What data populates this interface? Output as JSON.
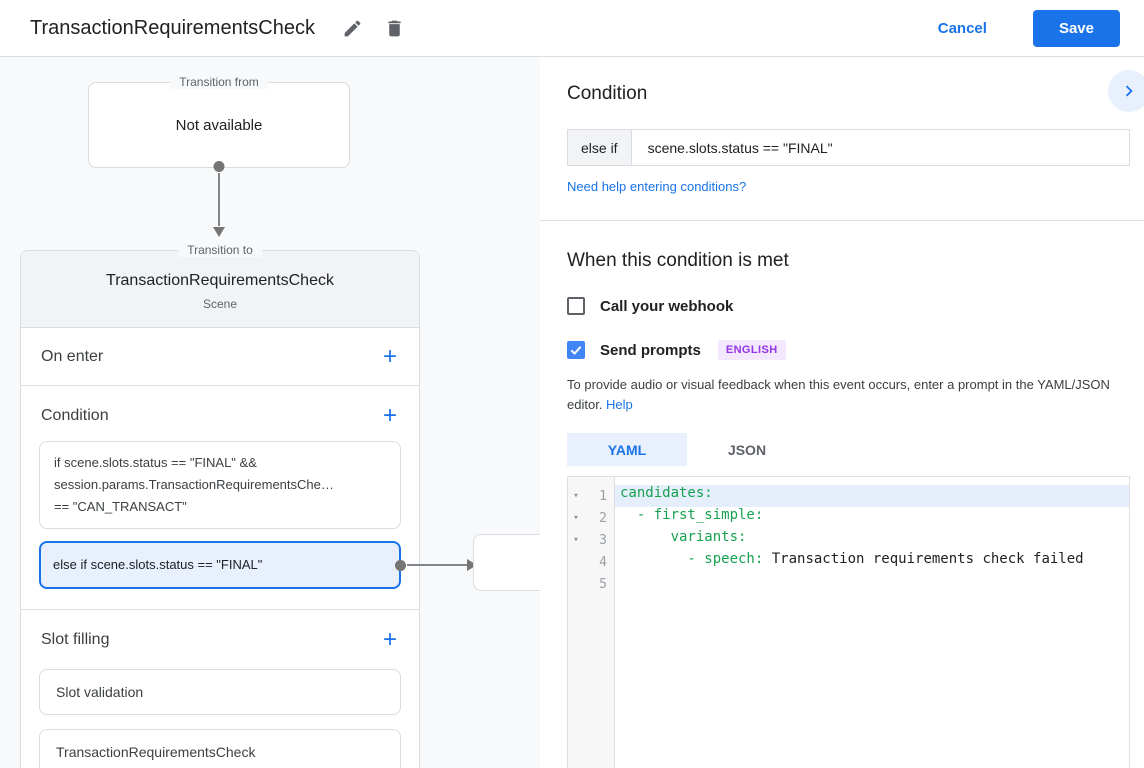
{
  "colors": {
    "accent": "#1a73e8",
    "check_blue": "#4285f4",
    "selected_bg": "#e8f0fe",
    "badge_bg": "#f3e8fd",
    "badge_text": "#9334e6",
    "code_key": "#17a14e"
  },
  "header": {
    "title": "TransactionRequirementsCheck",
    "edit_icon": "pencil-icon",
    "delete_icon": "trash-icon",
    "cancel_label": "Cancel",
    "save_label": "Save"
  },
  "canvas": {
    "transition_from": {
      "legend": "Transition from",
      "content": "Not available"
    },
    "card": {
      "legend": "Transition to",
      "title": "TransactionRequirementsCheck",
      "subtitle": "Scene",
      "on_enter": {
        "label": "On enter",
        "add": "+"
      },
      "condition": {
        "label": "Condition",
        "add": "+",
        "boxes": [
          {
            "selected": false,
            "lines": [
              "if scene.slots.status == \"FINAL\" &&",
              "session.params.TransactionRequirementsChe…",
              "== \"CAN_TRANSACT\""
            ]
          },
          {
            "selected": true,
            "lines": [
              "else if scene.slots.status == \"FINAL\""
            ]
          }
        ]
      },
      "slot_filling": {
        "label": "Slot filling",
        "add": "+",
        "items": [
          "Slot validation",
          "TransactionRequirementsCheck"
        ]
      }
    }
  },
  "panel": {
    "heading": "Condition",
    "collapse_icon": "chevron-right-icon",
    "condition": {
      "prefix": "else if",
      "value": "scene.slots.status == \"FINAL\""
    },
    "help_link": "Need help entering conditions?",
    "when": {
      "heading": "When this condition is met",
      "webhook_label": "Call your webhook",
      "webhook_checked": false,
      "prompts_label": "Send prompts",
      "prompts_checked": true,
      "language_badge": "ENGLISH"
    },
    "hint": {
      "text": "To provide audio or visual feedback when this event occurs, enter a prompt in the YAML/JSON editor.",
      "help_label": "Help"
    },
    "tabs": [
      {
        "label": "YAML",
        "active": true
      },
      {
        "label": "JSON",
        "active": false
      }
    ],
    "editor": {
      "fold_glyph": "▾",
      "lines": [
        {
          "num": "1",
          "fold": true,
          "highlight": true,
          "segments": [
            {
              "t": "candidates:",
              "c": "key"
            }
          ]
        },
        {
          "num": "2",
          "fold": true,
          "highlight": false,
          "segments": [
            {
              "t": "  - first_simple:",
              "c": "key"
            }
          ]
        },
        {
          "num": "3",
          "fold": true,
          "highlight": false,
          "segments": [
            {
              "t": "      variants:",
              "c": "key"
            }
          ]
        },
        {
          "num": "4",
          "fold": false,
          "highlight": false,
          "segments": [
            {
              "t": "        - speech:",
              "c": "key"
            },
            {
              "t": " Transaction requirements check failed",
              "c": "plain"
            }
          ]
        },
        {
          "num": "5",
          "fold": false,
          "highlight": false,
          "segments": []
        }
      ]
    }
  }
}
